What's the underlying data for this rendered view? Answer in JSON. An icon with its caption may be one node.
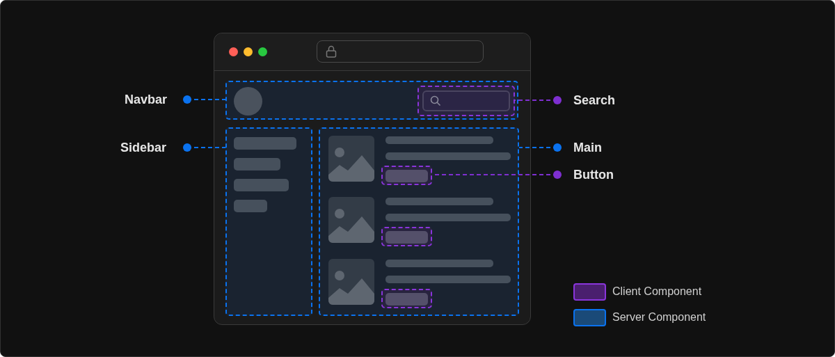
{
  "diagram": {
    "nodes": [
      {
        "text": [
          "Navbar"
        ]
      },
      {
        "text": [
          "Search"
        ]
      },
      {
        "text": [
          "Sidebar"
        ]
      },
      {
        "text": [
          "Main"
        ]
      },
      {
        "text": [
          "Button"
        ]
      },
      {
        "text": [],
        "shape": "box"
      },
      {
        "text": [],
        "shape": "box",
        "in": 5
      },
      {
        "text": [],
        "shape": "box"
      },
      {
        "text": [],
        "shape": "box"
      },
      {
        "text": [],
        "shape": "box",
        "in": 8
      },
      {
        "text": [],
        "shape": "box",
        "in": 8
      },
      {
        "text": [],
        "shape": "box",
        "in": 8
      }
    ],
    "edges": [
      {
        "from": 0,
        "to": 5,
        "arrow": "other",
        "style": "dashed"
      },
      {
        "from": 1,
        "to": 6,
        "arrow": "other",
        "style": "dashed",
        "color": "#7e2fd0"
      },
      {
        "from": 2,
        "to": 7,
        "arrow": "other",
        "style": "dashed"
      },
      {
        "from": 3,
        "to": 8,
        "arrow": "other",
        "style": "dashed"
      },
      {
        "from": 4,
        "to": 9,
        "arrow": "other",
        "style": "dashed",
        "color": "#7e2fd0"
      }
    ],
    "legend": [
      {
        "text": "Client Component",
        "color": "#4a1f6e"
      },
      {
        "text": "Server Component",
        "color": "#1a4a78"
      }
    ]
  }
}
